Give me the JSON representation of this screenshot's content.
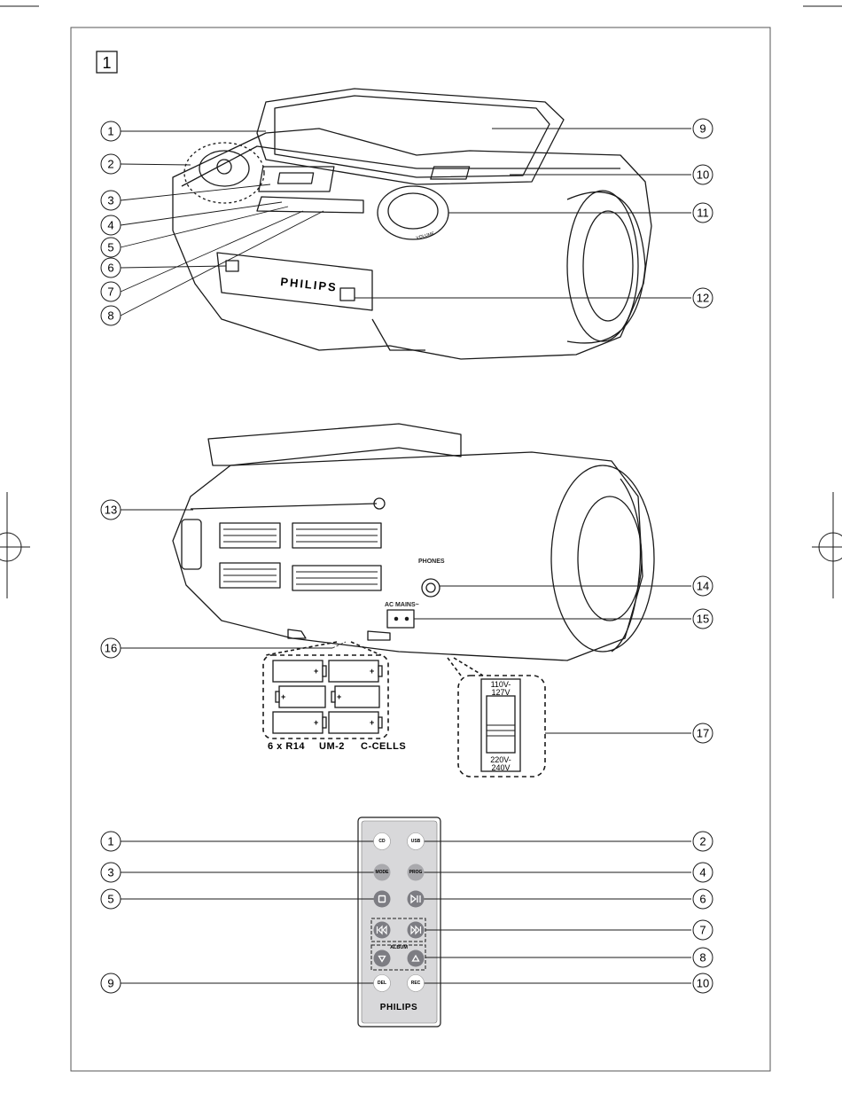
{
  "figure": {
    "number": "1"
  },
  "boombox_front": {
    "brand": "PHILIPS",
    "volume_label": "VOLUME",
    "callouts": [
      "1",
      "2",
      "3",
      "4",
      "5",
      "6",
      "7",
      "8",
      "9",
      "10",
      "11",
      "12"
    ]
  },
  "boombox_back": {
    "phones_label": "PHONES",
    "ac_mains_label": "AC MAINS~",
    "callouts": [
      "13",
      "14",
      "15",
      "16",
      "17"
    ],
    "battery_caption": [
      "6 x R14",
      "UM-2",
      "C-CELLS"
    ],
    "battery_plus": "+",
    "voltage_top": [
      "110V-",
      "127V"
    ],
    "voltage_bottom": [
      "220V-",
      "240V"
    ]
  },
  "remote": {
    "brand": "PHILIPS",
    "buttons": {
      "cd": "CD",
      "usb": "USB",
      "mode": "MODE",
      "prog": "PROG",
      "del": "DEL",
      "rec": "REC",
      "album": "ALBUM"
    },
    "callouts_left": [
      "1",
      "3",
      "5",
      "9"
    ],
    "callouts_right": [
      "2",
      "4",
      "6",
      "7",
      "8",
      "10"
    ]
  },
  "colors": {
    "line": "#1a1a1a",
    "button_light": "#ffffff",
    "button_mid": "#a9a9ad",
    "button_dark": "#7d7d83",
    "remote_body": "#d8d8da"
  }
}
